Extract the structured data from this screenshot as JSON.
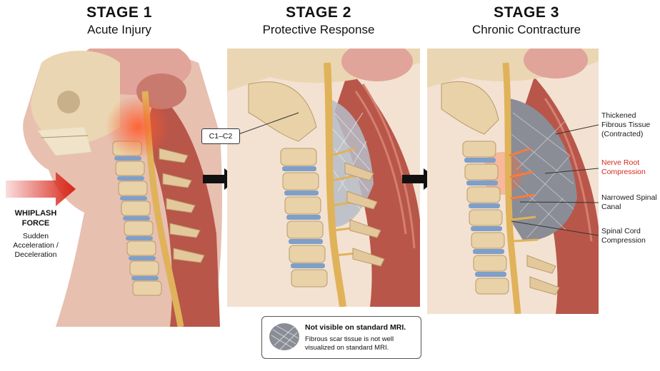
{
  "stages": [
    {
      "title": "STAGE 1",
      "subtitle": "Acute Injury"
    },
    {
      "title": "STAGE 2",
      "subtitle": "Protective Response"
    },
    {
      "title": "STAGE 3",
      "subtitle": "Chronic Contracture"
    }
  ],
  "force": {
    "title": "WHIPLASH FORCE",
    "subtitle": "Sudden Acceleration / Deceleration"
  },
  "callout_c1c2": "C1–C2",
  "stage3_labels": {
    "fibrous": "Thickened Fibrous Tissue (Contracted)",
    "nerve": "Nerve Root Compression",
    "canal": "Narrowed Spinal Canal",
    "cord": "Spinal Cord Compression"
  },
  "mri_note": {
    "title": "Not visible on standard MRI.",
    "text": "Fibrous scar tissue is not well visualized on standard MRI."
  },
  "colors": {
    "force_arrow": "#d8261a",
    "nerve_label": "#d42a1c",
    "bone": "#e9d2a8",
    "disc": "#7f9fc8",
    "muscle": "#b8564a",
    "cord": "#e0b25a",
    "fibrous": "#8a8d96"
  }
}
